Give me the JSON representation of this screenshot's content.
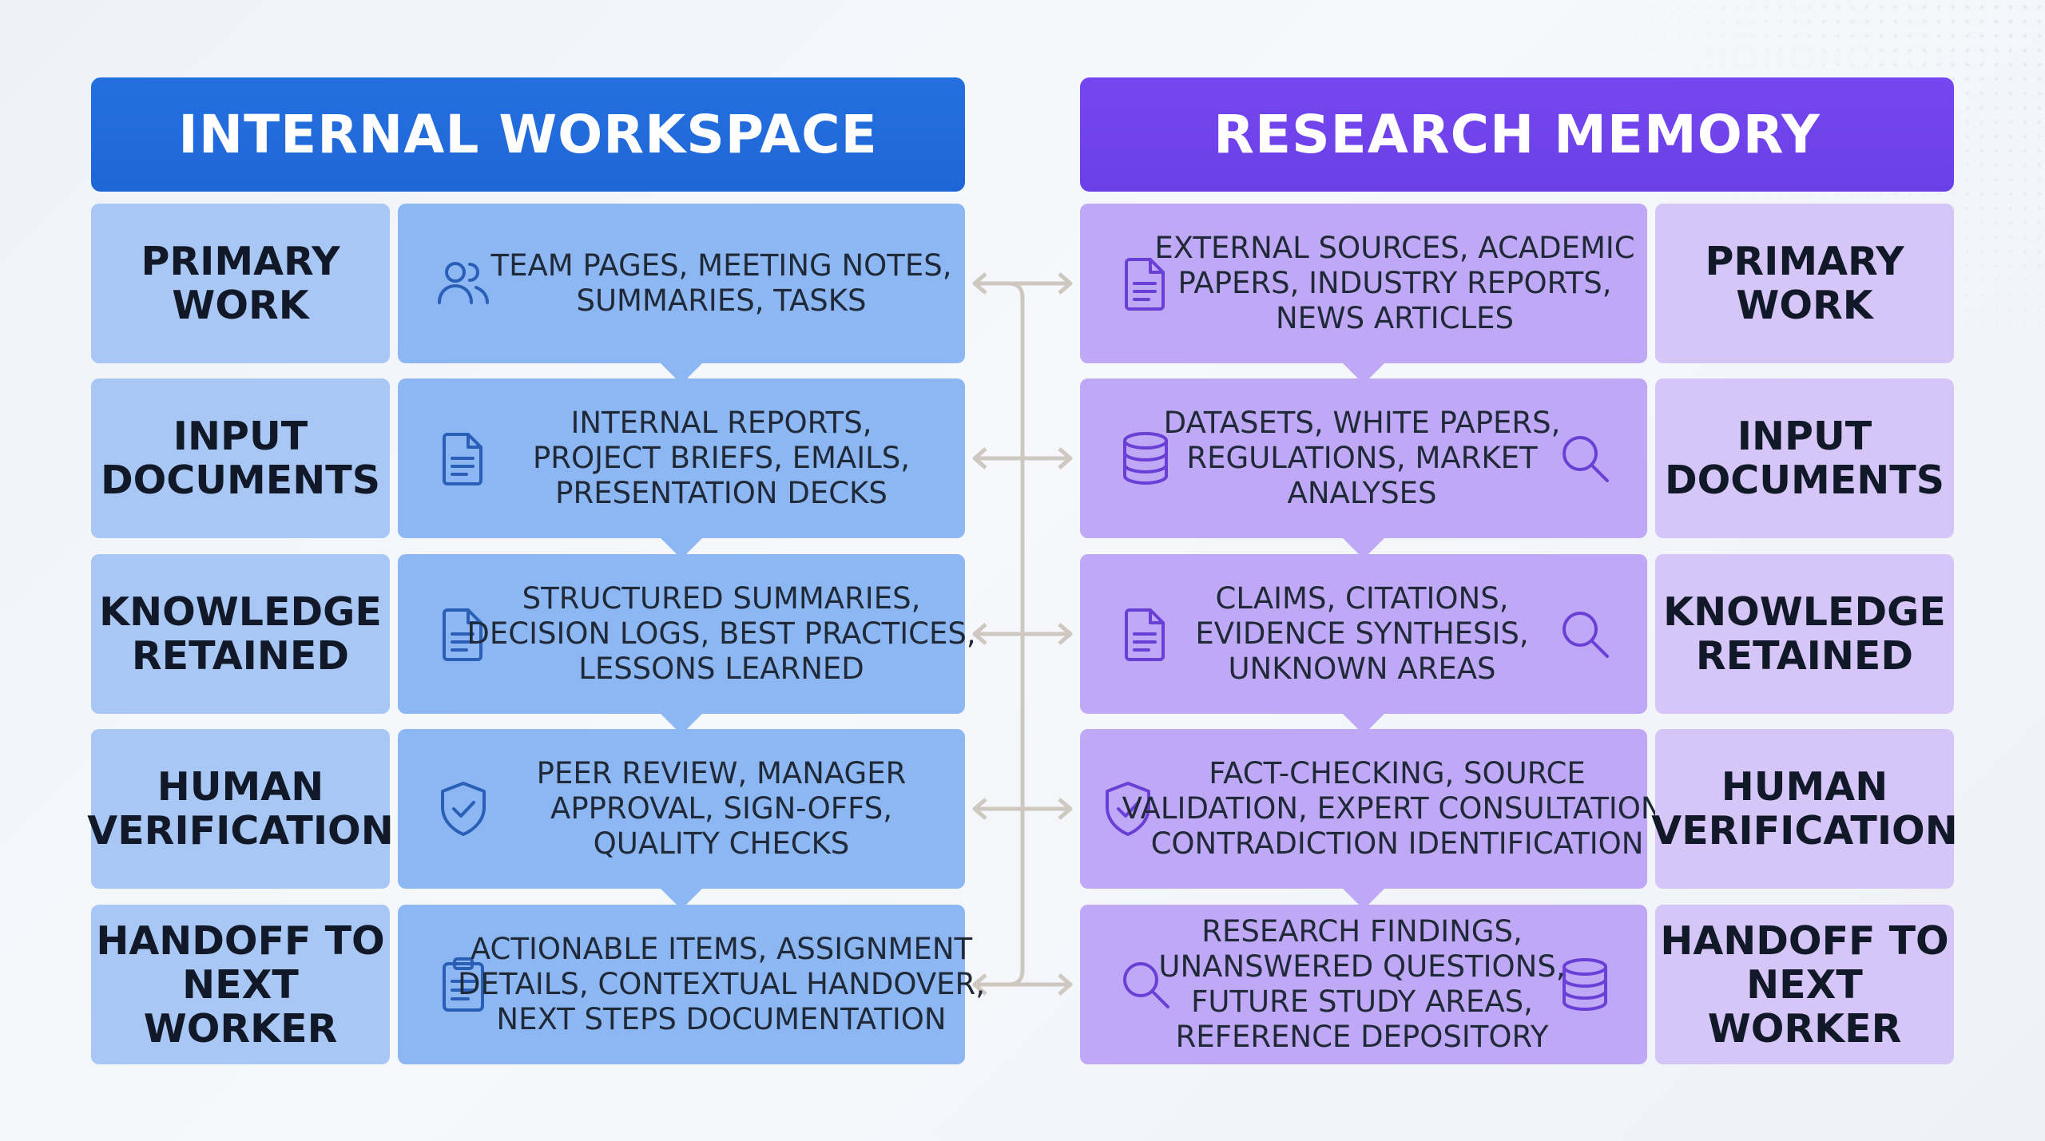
{
  "headers": {
    "left": "INTERNAL WORKSPACE",
    "right": "RESEARCH MEMORY"
  },
  "rows": [
    {
      "label": [
        "PRIMARY",
        "WORK"
      ],
      "left_icon": "users-icon",
      "left_lines": [
        "TEAM PAGES, MEETING NOTES,",
        "SUMMARIES, TASKS"
      ],
      "right_icon": "document-icon",
      "right_icon2": "",
      "right_lines": [
        "EXTERNAL SOURCES, ACADEMIC",
        "PAPERS, INDUSTRY REPORTS,",
        "NEWS ARTICLES"
      ]
    },
    {
      "label": [
        "INPUT",
        "DOCUMENTS"
      ],
      "left_icon": "document-icon",
      "left_lines": [
        "INTERNAL REPORTS,",
        "PROJECT BRIEFS, EMAILS,",
        "PRESENTATION DECKS"
      ],
      "right_icon": "database-icon",
      "right_icon2": "search-icon",
      "right_lines": [
        "DATASETS, WHITE PAPERS,",
        "REGULATIONS, MARKET",
        "ANALYSES"
      ]
    },
    {
      "label": [
        "KNOWLEDGE",
        "RETAINED"
      ],
      "left_icon": "document-icon",
      "left_lines": [
        "STRUCTURED SUMMARIES,",
        "DECISION LOGS, BEST PRACTICES,",
        "LESSONS LEARNED"
      ],
      "right_icon": "document-icon",
      "right_icon2": "search-icon",
      "right_lines": [
        "CLAIMS, CITATIONS,",
        "EVIDENCE SYNTHESIS,",
        "UNKNOWN AREAS"
      ]
    },
    {
      "label": [
        "HUMAN",
        "VERIFICATION"
      ],
      "left_icon": "shield-check-icon",
      "left_lines": [
        "PEER REVIEW, MANAGER",
        "APPROVAL, SIGN-OFFS,",
        "QUALITY CHECKS"
      ],
      "right_icon": "shield-check-icon",
      "right_icon2": "",
      "right_lines": [
        "FACT-CHECKING, SOURCE",
        "VALIDATION, EXPERT CONSULTATION,",
        "CONTRADICTION IDENTIFICATION"
      ]
    },
    {
      "label": [
        "HANDOFF TO",
        "NEXT WORKER"
      ],
      "left_icon": "clipboard-icon",
      "left_lines": [
        "ACTIONABLE ITEMS, ASSIGNMENT",
        "DETAILS, CONTEXTUAL HANDOVER,",
        "NEXT STEPS DOCUMENTATION"
      ],
      "right_icon": "search-icon",
      "right_icon2": "database-icon",
      "right_lines": [
        "RESEARCH FINDINGS,",
        "UNANSWERED QUESTIONS,",
        "FUTURE STUDY AREAS,",
        "REFERENCE DEPOSITORY"
      ]
    }
  ],
  "colors": {
    "left_header": "#1e66d8",
    "right_header": "#6b3fe8",
    "left_label_bg": "#a9c7f4",
    "left_content_bg": "#8db7f2",
    "right_content_bg": "#bfa8f5",
    "right_label_bg": "#d5c6f7",
    "left_icon_stroke": "#2a5fb8",
    "right_icon_stroke": "#6a3fd6",
    "connector": "#cfc8c0"
  }
}
